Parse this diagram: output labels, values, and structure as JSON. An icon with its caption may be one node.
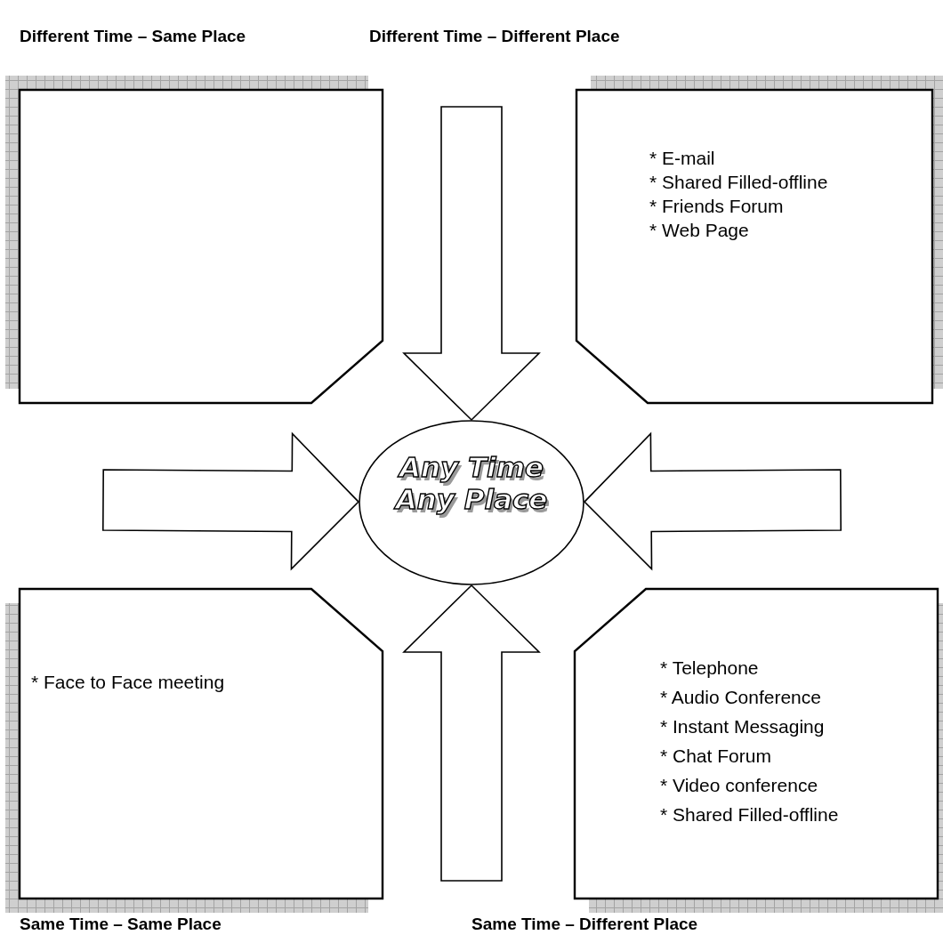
{
  "diagram": {
    "nodes": [
      {
        "text": [
          "Different Time – Same Place"
        ]
      },
      {
        "text": [
          "Different Time – Different Place",
          "* E-mail",
          "* Shared Filled-offline",
          "* Friends Forum",
          "* Web Page"
        ]
      },
      {
        "text": [
          "Any Time Any Place"
        ]
      },
      {
        "text": [
          "* Face to Face meeting",
          "Same Time – Same Place"
        ]
      },
      {
        "text": [
          "* Telephone",
          "* Audio Conference",
          "* Instant Messaging",
          "* Chat Forum",
          "* Video conference",
          "* Shared Filled-offline",
          "Same Time – Different Place"
        ]
      }
    ],
    "edges": [
      {
        "from": null,
        "to": 2,
        "arrow": "to"
      },
      {
        "from": null,
        "to": 2,
        "arrow": "to"
      },
      {
        "from": null,
        "to": 2,
        "arrow": "to"
      },
      {
        "from": null,
        "to": 2,
        "arrow": "to"
      }
    ]
  }
}
